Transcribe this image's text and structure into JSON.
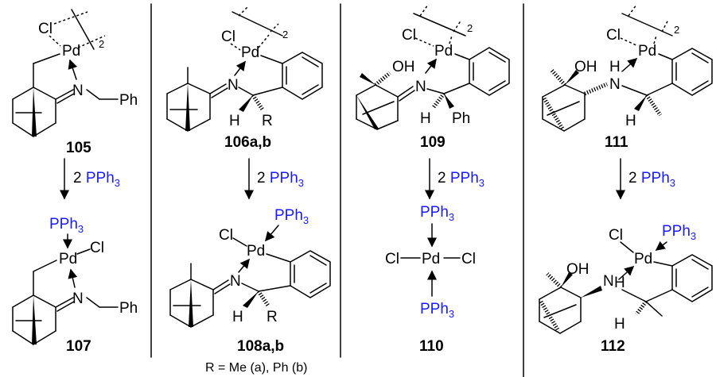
{
  "colors": {
    "reagent": "#1a1aff",
    "text": "#000000"
  },
  "atoms": {
    "Cl": "Cl",
    "Pd": "Pd",
    "N": "N",
    "Ph": "Ph",
    "H": "H",
    "R": "R",
    "OH": "OH",
    "PPh": "PPh",
    "sub3": "3",
    "dimer": "2"
  },
  "reagent": {
    "coef": "2",
    "name": "PPh",
    "sub": "3"
  },
  "compounds": {
    "c105": "105",
    "c106": "106a,b",
    "c109": "109",
    "c111": "111",
    "c107": "107",
    "c108": "108a,b",
    "c110": "110",
    "c112": "112"
  },
  "caption": "R = Me (a), Ph (b)"
}
